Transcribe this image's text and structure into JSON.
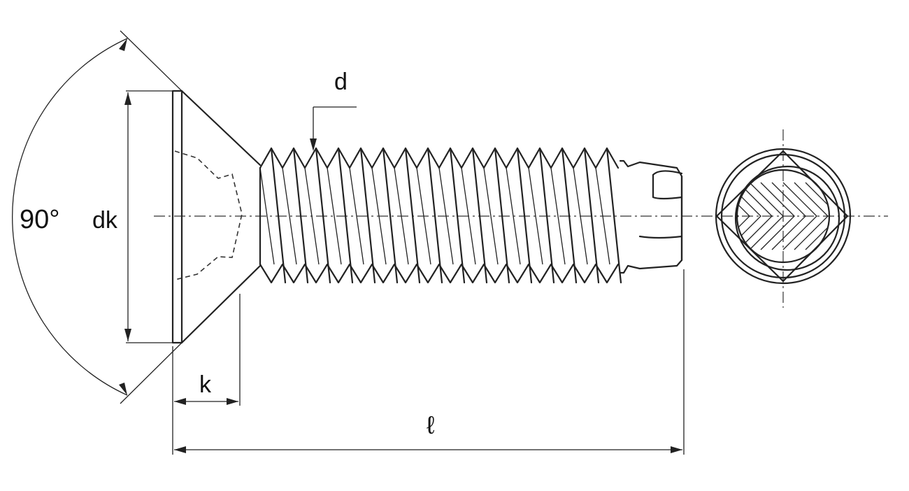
{
  "labels": {
    "angle": "90°",
    "head_diameter": "dk",
    "thread_diameter": "d",
    "head_height": "k",
    "length": "ℓ"
  },
  "colors": {
    "line": "#222222",
    "background": "#ffffff"
  }
}
